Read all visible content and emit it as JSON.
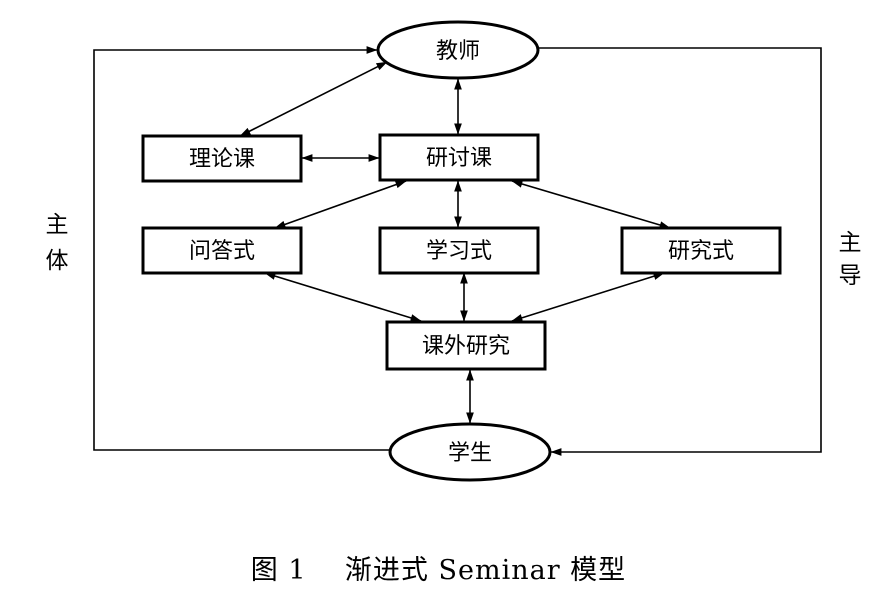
{
  "nodes": {
    "teacher": "教师",
    "theory": "理论课",
    "seminar": "研讨课",
    "qa": "问答式",
    "study": "学习式",
    "research": "研究式",
    "outside_research": "课外研究",
    "student": "学生"
  },
  "side_labels": {
    "left": [
      "主",
      "体"
    ],
    "right": [
      "主",
      "导"
    ]
  },
  "caption": {
    "number": "图 1",
    "title": "渐进式 Seminar 模型"
  }
}
